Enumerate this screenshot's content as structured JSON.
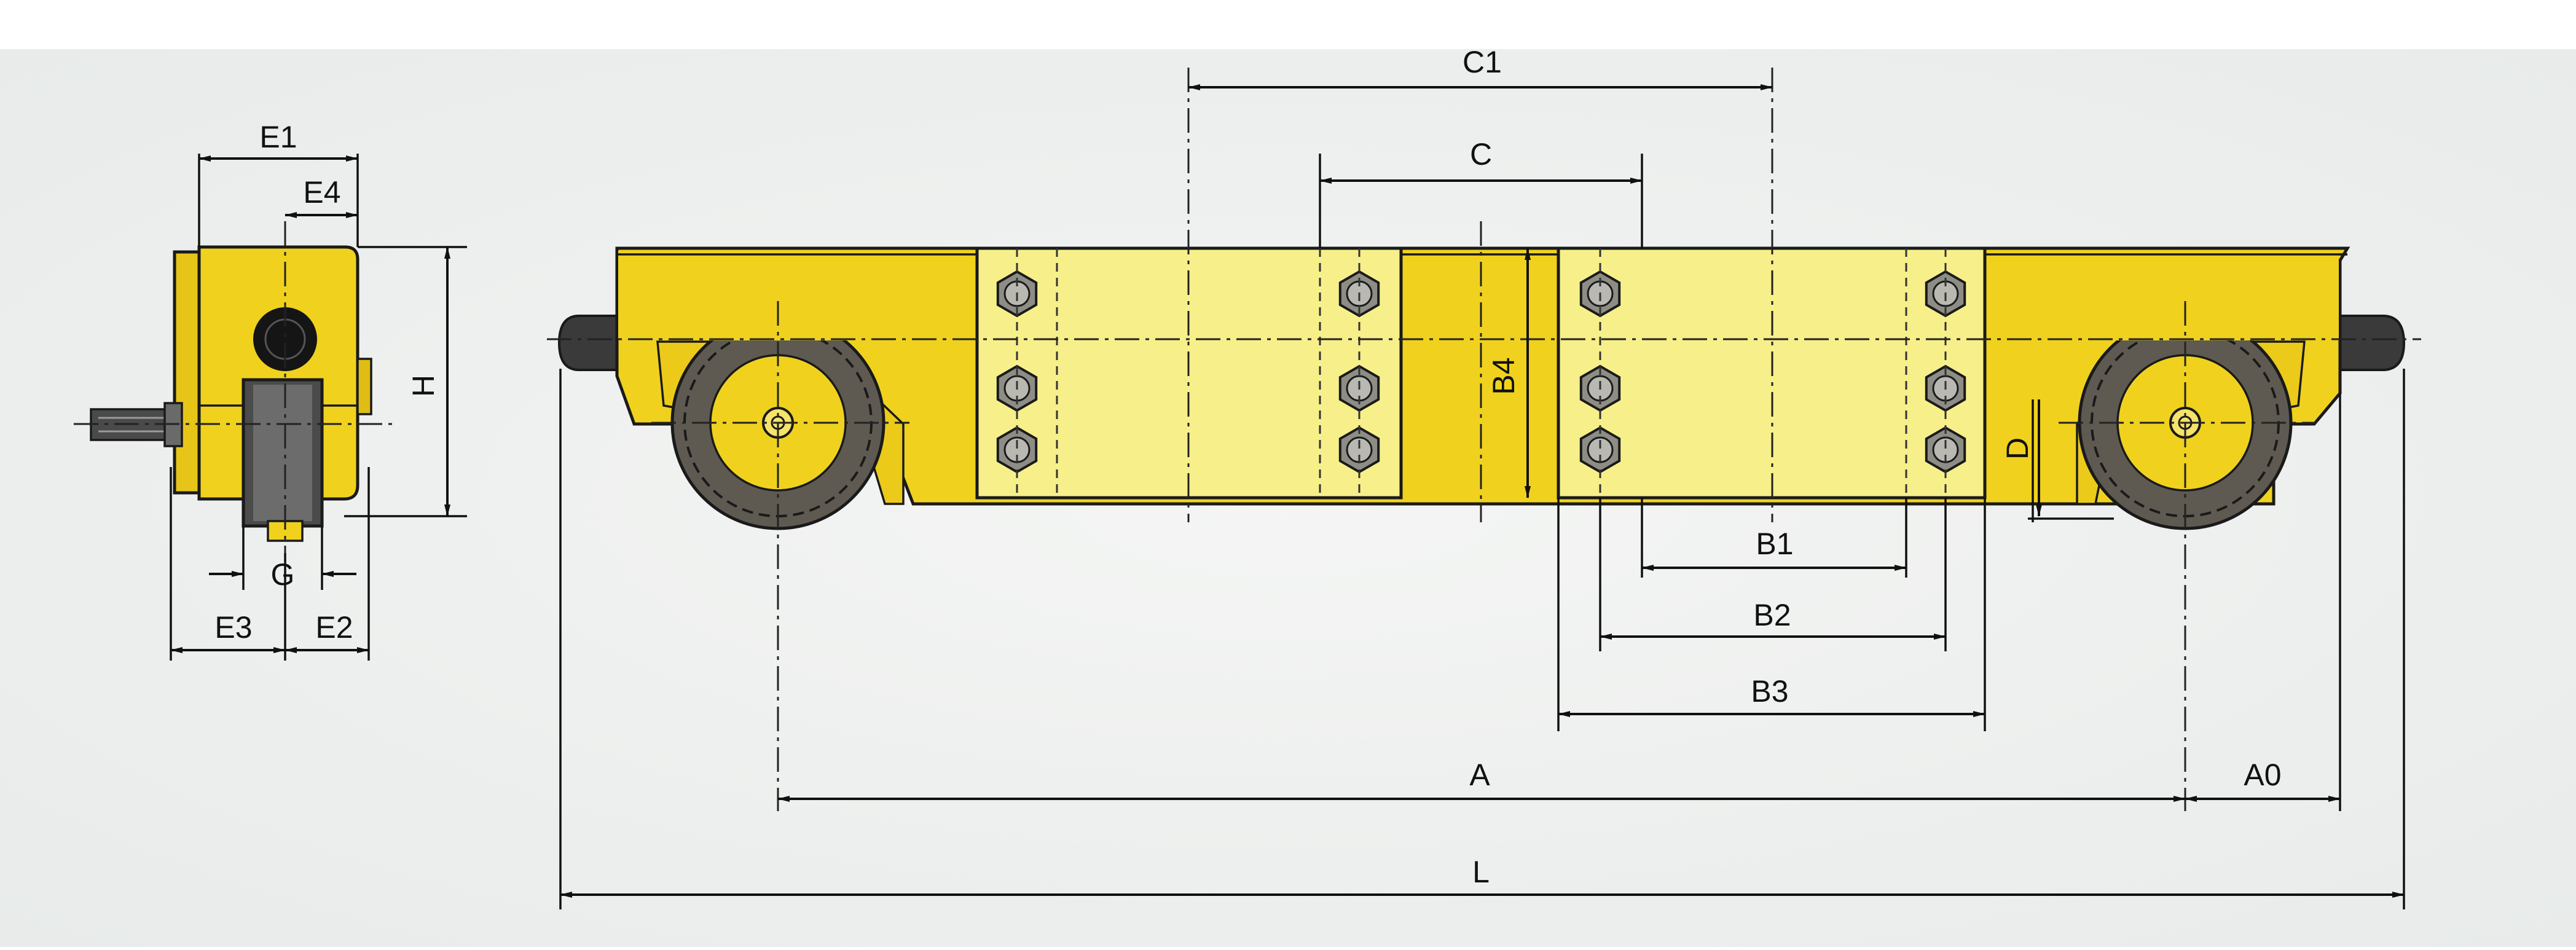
{
  "labels": {
    "e1": "E1",
    "e4": "E4",
    "h": "H",
    "g": "G",
    "e3": "E3",
    "e2": "E2",
    "c1": "C1",
    "c": "C",
    "b4": "B4",
    "d": "D",
    "b1": "B1",
    "b2": "B2",
    "b3": "B3",
    "a": "A",
    "a0": "A0",
    "l": "L"
  },
  "colors": {
    "body_yellow": "#f0d21e",
    "plate_yellow": "#f7ef8a",
    "outline": "#1a1a1a",
    "tire_dark": "#5e5a52",
    "bumper": "#3a3a3a",
    "background": "#eef0ef"
  }
}
